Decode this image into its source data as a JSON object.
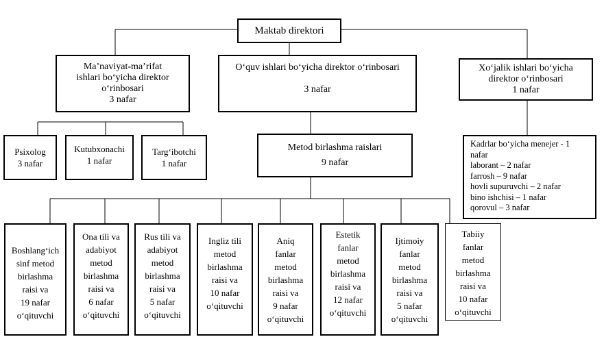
{
  "director": "Maktab direktori",
  "deputies": {
    "spiritual": {
      "lines": [
        "Ma’naviyat-ma’rifat",
        "ishlari bo‘yicha direktor",
        "o‘rinbosari",
        "3 nafar"
      ]
    },
    "academic": {
      "title": "O‘quv ishlari bo‘yicha direktor o‘rinbosari",
      "count": "3 nafar"
    },
    "economic": {
      "lines": [
        "Xo‘jalik ishlari bo‘yicha",
        "direktor o‘rinbosari",
        "1 nafar"
      ]
    }
  },
  "spiritual_staff": [
    {
      "name": "Psixolog",
      "count": "3 nafar"
    },
    {
      "name": "Kutubxonachi",
      "count": "1 nafar"
    },
    {
      "name": "Targ‘ibotchi",
      "count": "1 nafar"
    }
  ],
  "method_heads": {
    "title": "Metod birlashma raislari",
    "count": "9 nafar"
  },
  "economic_staff": {
    "lines": [
      "Kadrlar  bo‘yicha menejer  -   1",
      "nafar",
      "laborant – 2 nafar",
      "farrosh – 9 nafar",
      "hovli supuruvchi – 2 nafar",
      "bino ishchisi – 1 nafar",
      "qorovul – 3 nafar"
    ]
  },
  "method_groups": [
    {
      "lines": [
        "Boshlang‘ich",
        "sinf metod",
        "birlashma",
        "raisi va",
        "19 nafar",
        "o‘qituvchi"
      ]
    },
    {
      "lines": [
        "Ona tili va",
        "adabiyot",
        "metod",
        "birlashma",
        "raisi va",
        "6 nafar",
        "o‘qituvchi"
      ]
    },
    {
      "lines": [
        "Rus tili va",
        "adabiyot",
        "metod",
        "birlashma",
        "raisi va",
        "5 nafar",
        "o‘qituvchi"
      ]
    },
    {
      "lines": [
        "Ingliz tili",
        "metod",
        "birlashma",
        "raisi va",
        "10 nafar",
        "o‘qituvchi"
      ]
    },
    {
      "lines": [
        "Aniq",
        "fanlar",
        "metod",
        "birlashma",
        "raisi va",
        "9 nafar",
        "o‘qituvchi"
      ]
    },
    {
      "lines": [
        "Estetik",
        "fanlar",
        "metod",
        "birlashma",
        "raisi va",
        "12 nafar",
        "o‘qituvchi"
      ]
    },
    {
      "lines": [
        "Ijtimoiy",
        "fanlar",
        "metod",
        "birlashma",
        "raisi va",
        "5 nafar",
        "o‘qituvchi"
      ]
    },
    {
      "lines": [
        "Tabiiy",
        "fanlar",
        "metod",
        "birlashma",
        "raisi va",
        "10 nafar",
        "o‘qituvchi"
      ]
    }
  ]
}
